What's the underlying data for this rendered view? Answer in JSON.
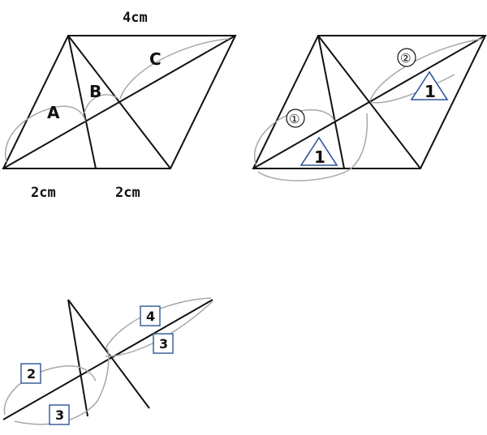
{
  "figure1": {
    "top_length": "4cm",
    "left_bottom_length": "2cm",
    "right_bottom_length": "2cm",
    "region_a": "A",
    "region_b": "B",
    "region_c": "C"
  },
  "figure2": {
    "circle_mark_1": "①",
    "circle_mark_2": "②",
    "triangle_mark_lower": "1",
    "triangle_mark_upper": "1"
  },
  "figure3": {
    "box_2": "2",
    "box_3_lower": "3",
    "box_4": "4",
    "box_3_upper": "3"
  },
  "colors": {
    "line": "#111111",
    "arc": "#a8a8a8",
    "marker_border": "#2e5597"
  }
}
